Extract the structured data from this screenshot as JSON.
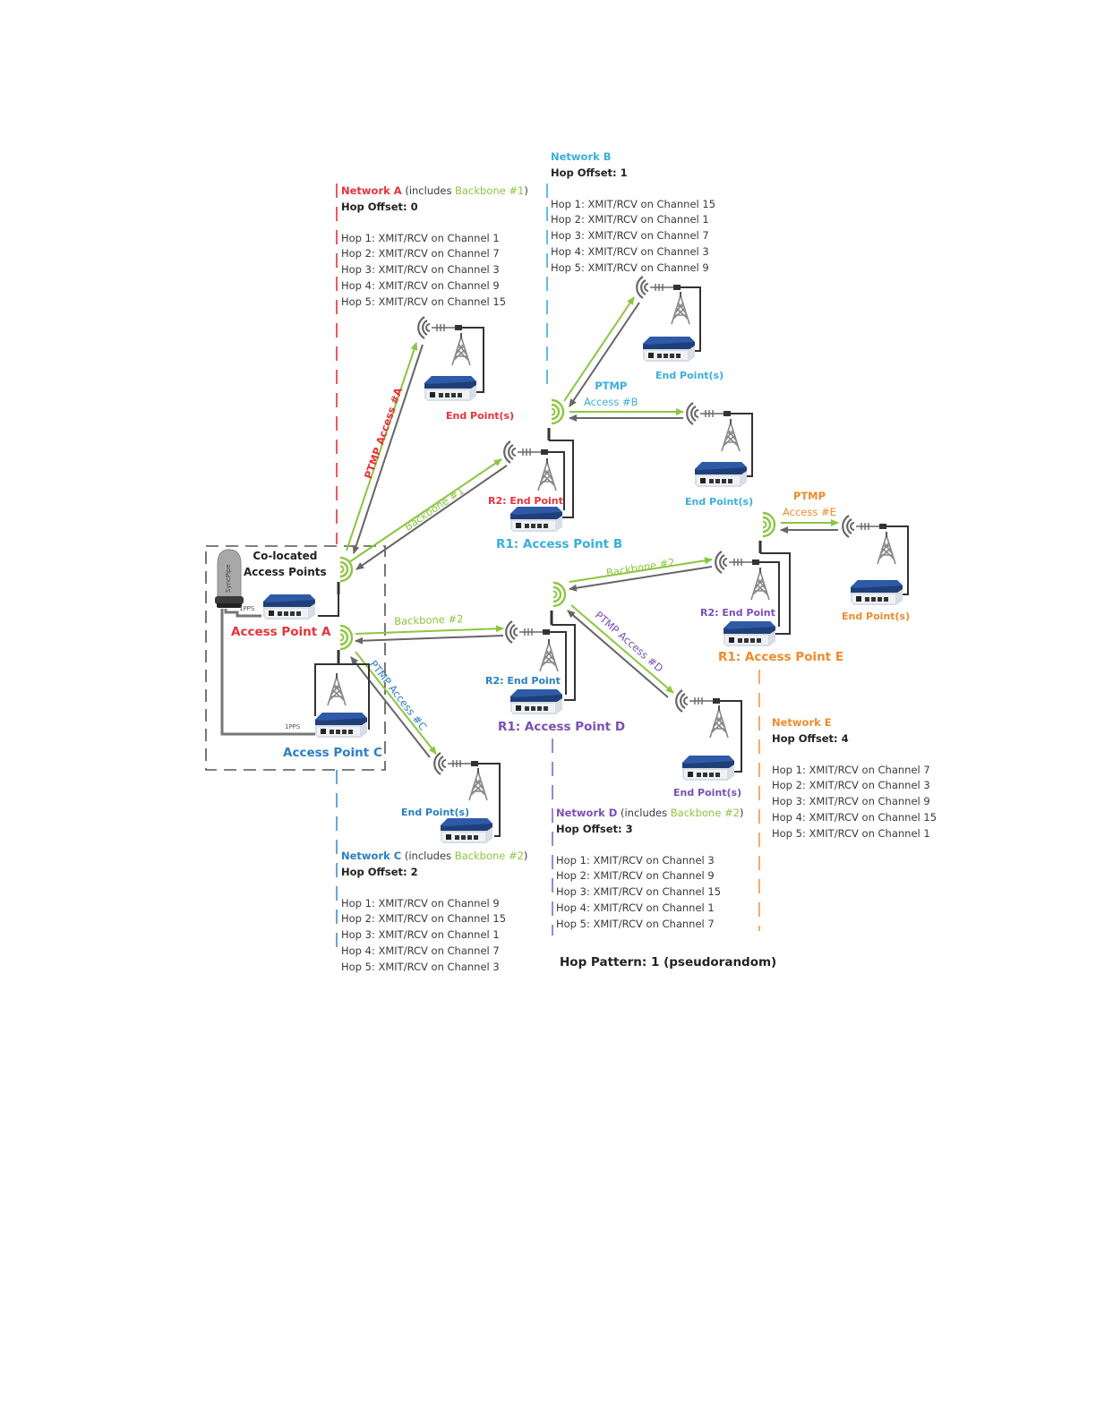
{
  "colors": {
    "network_a": "#e8323a",
    "network_b": "#3aaee0",
    "network_c": "#2a7fc6",
    "network_d": "#7a4fb5",
    "network_e": "#f08a2c",
    "backbone": "#8cc63f",
    "return_link": "#666666",
    "text": "#3a3a3a"
  },
  "networks": {
    "a": {
      "name": "Network A",
      "includes_prefix": "(includes ",
      "includes_backbone": "Backbone #1",
      "includes_suffix": ")",
      "hop_offset": "Hop Offset: 0",
      "hops": [
        "Hop 1: XMIT/RCV on Channel 1",
        "Hop 2: XMIT/RCV on Channel 7",
        "Hop 3: XMIT/RCV on Channel 3",
        "Hop 4: XMIT/RCV on Channel 9",
        "Hop 5: XMIT/RCV on Channel 15"
      ]
    },
    "b": {
      "name": "Network B",
      "hop_offset": "Hop Offset: 1",
      "hops": [
        "Hop 1: XMIT/RCV on Channel 15",
        "Hop 2: XMIT/RCV on Channel 1",
        "Hop 3: XMIT/RCV on Channel 7",
        "Hop 4: XMIT/RCV on Channel 3",
        "Hop 5: XMIT/RCV on Channel 9"
      ]
    },
    "c": {
      "name": "Network C",
      "includes_prefix": "(includes ",
      "includes_backbone": "Backbone #2",
      "includes_suffix": ")",
      "hop_offset": "Hop Offset: 2",
      "hops": [
        "Hop 1: XMIT/RCV on Channel  9",
        "Hop 2: XMIT/RCV on Channel  15",
        "Hop 3: XMIT/RCV on Channel  1",
        "Hop 4: XMIT/RCV on Channel  7",
        "Hop 5: XMIT/RCV on Channel  3"
      ]
    },
    "d": {
      "name": "Network D",
      "includes_prefix": "(includes ",
      "includes_backbone": "Backbone #2",
      "includes_suffix": ")",
      "hop_offset": "Hop Offset: 3",
      "hops": [
        "Hop 1: XMIT/RCV on Channel  3",
        "Hop 2: XMIT/RCV on Channel  9",
        "Hop 3: XMIT/RCV on Channel  15",
        "Hop 4: XMIT/RCV on Channel  1",
        "Hop 5: XMIT/RCV on Channel  7"
      ]
    },
    "e": {
      "name": "Network E",
      "hop_offset": "Hop Offset: 4",
      "hops": [
        "Hop 1: XMIT/RCV on Channel  7",
        "Hop 2: XMIT/RCV on Channel  3",
        "Hop 3: XMIT/RCV on Channel  9",
        "Hop 4: XMIT/RCV on Channel  15",
        "Hop 5: XMIT/RCV on Channel  1"
      ]
    }
  },
  "colocated": {
    "title_line1": "Co-located",
    "title_line2": "Access Points",
    "gps_label": "SyncPipe",
    "pps_label_a": "1PPS",
    "pps_label_c": "1PPS"
  },
  "devices": {
    "ap_a": "Access Point A",
    "ap_c": "Access Point C",
    "ap_b": "R1: Access Point B",
    "ap_d": "R1: Access Point D",
    "ap_e": "R1: Access Point E",
    "r2_b": "R2: End Point",
    "r2_d": "R2: End Point",
    "r2_e": "R2: End Point",
    "ep_a": "End Point(s)",
    "ep_b1": "End Point(s)",
    "ep_b2": "End Point(s)",
    "ep_c": "End Point(s)",
    "ep_d": "End Point(s)",
    "ep_e": "End Point(s)"
  },
  "links": {
    "ptmp_a": "PTMP Access #A",
    "backbone_1": "Backbone #1",
    "ptmp_b_line1": "PTMP",
    "ptmp_b_line2": "Access #B",
    "backbone_2_left": "Backbone #2",
    "backbone_2_right": "Backbone #2",
    "ptmp_c": "PTMP Access #C",
    "ptmp_d": "PTMP Access #D",
    "ptmp_e_line1": "PTMP",
    "ptmp_e_line2": "Access #E"
  },
  "footer": {
    "hop_pattern": "Hop Pattern: 1 (pseudorandom)"
  }
}
